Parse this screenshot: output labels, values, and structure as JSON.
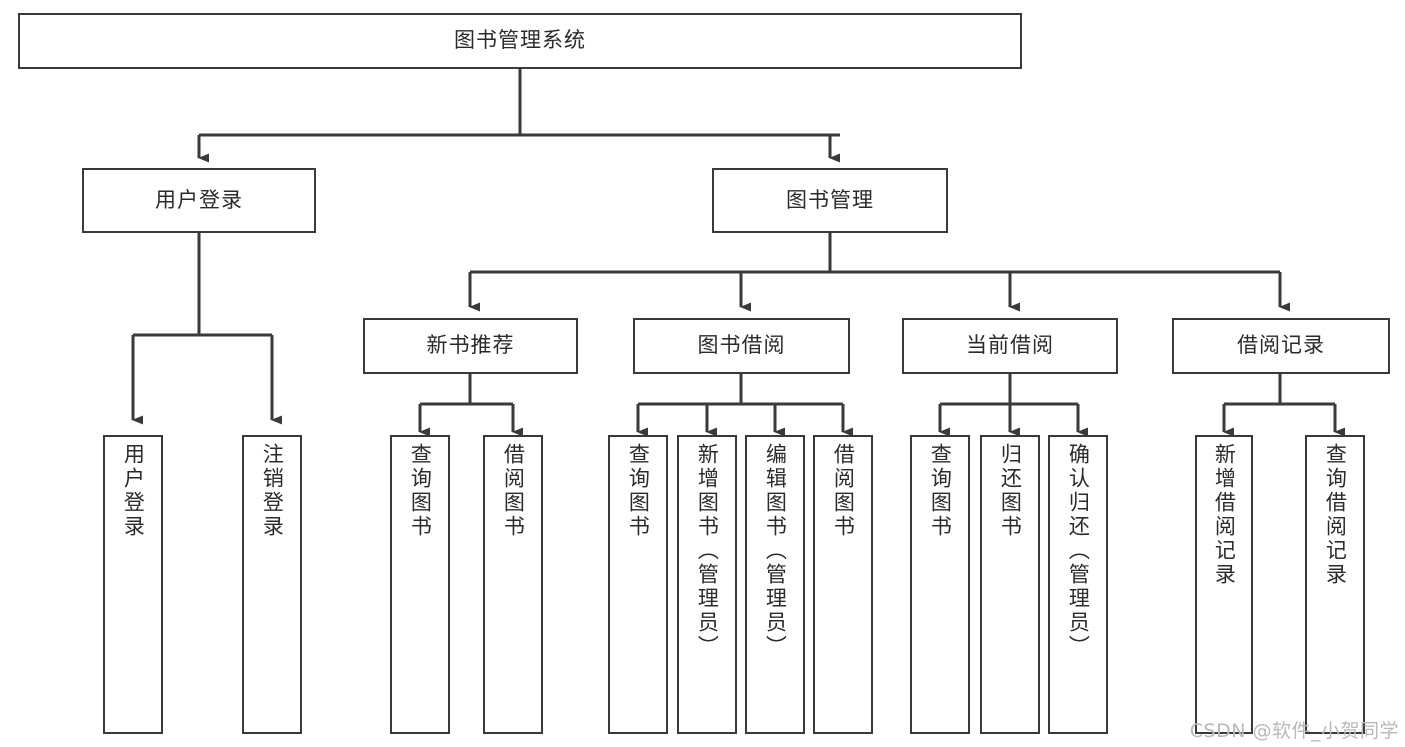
{
  "diagram": {
    "type": "tree-hierarchy-chart",
    "title": "图书管理系统",
    "stroke_color": "#3a3a3a",
    "fill_color": "#ffffff",
    "text_color": "#2b2b2b",
    "root": {
      "label": "图书管理系统",
      "orientation": "horizontal"
    },
    "level2": [
      {
        "id": "user-login",
        "label": "用户登录",
        "orientation": "horizontal"
      },
      {
        "id": "book-manage",
        "label": "图书管理",
        "orientation": "horizontal"
      }
    ],
    "level3": [
      {
        "id": "new-book-recommend",
        "label": "新书推荐",
        "orientation": "horizontal",
        "parent": "book-manage"
      },
      {
        "id": "book-borrow",
        "label": "图书借阅",
        "orientation": "horizontal",
        "parent": "book-manage"
      },
      {
        "id": "current-borrow",
        "label": "当前借阅",
        "orientation": "horizontal",
        "parent": "book-manage"
      },
      {
        "id": "borrow-record",
        "label": "借阅记录",
        "orientation": "horizontal",
        "parent": "book-manage"
      }
    ],
    "leaves": [
      {
        "id": "leaf-user-login",
        "label": "用户登录",
        "parent": "user-login"
      },
      {
        "id": "leaf-user-logout",
        "label": "注销登录",
        "parent": "user-login"
      },
      {
        "id": "leaf-query-book-1",
        "label": "查询图书",
        "parent": "new-book-recommend"
      },
      {
        "id": "leaf-borrow-book-1",
        "label": "借阅图书",
        "parent": "new-book-recommend"
      },
      {
        "id": "leaf-query-book-2",
        "label": "查询图书",
        "parent": "book-borrow"
      },
      {
        "id": "leaf-add-book",
        "label": "新增图书（管理员）",
        "parent": "book-borrow"
      },
      {
        "id": "leaf-edit-book",
        "label": "编辑图书（管理员）",
        "parent": "book-borrow"
      },
      {
        "id": "leaf-borrow-book-2",
        "label": "借阅图书",
        "parent": "book-borrow"
      },
      {
        "id": "leaf-query-book-3",
        "label": "查询图书",
        "parent": "current-borrow"
      },
      {
        "id": "leaf-return-book",
        "label": "归还图书",
        "parent": "current-borrow"
      },
      {
        "id": "leaf-confirm-return",
        "label": "确认归还（管理员）",
        "parent": "current-borrow"
      },
      {
        "id": "leaf-add-record",
        "label": "新增借阅记录",
        "parent": "borrow-record"
      },
      {
        "id": "leaf-query-record",
        "label": "查询借阅记录",
        "parent": "borrow-record"
      }
    ]
  },
  "watermark": {
    "text": "CSDN @软件_小贺同学"
  }
}
